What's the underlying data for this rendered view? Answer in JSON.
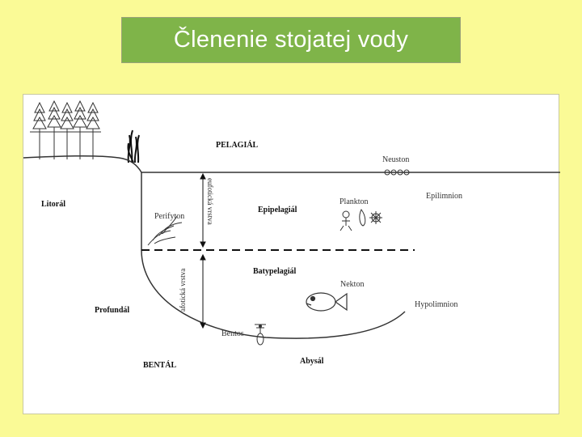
{
  "title": "Členenie stojatej vody",
  "diagram": {
    "labels": {
      "pelagial": "PELAGIÁL",
      "neuston": "Neuston",
      "epilimnion": "Epilimnion",
      "litoral": "Litorál",
      "perifyton": "Perifyton",
      "epipelagial": "Epipelagiál",
      "plankton": "Plankton",
      "eufoticka_vrstva": "eufotická vrstva",
      "afoticka_vrstva": "afotická vrstva",
      "batypelagial": "Batypelagiál",
      "nekton": "Nekton",
      "hypolimnion": "Hypolimnion",
      "profundal": "Profundál",
      "bentos": "Bentos",
      "bental": "BENTÁL",
      "abysal": "Abysál"
    },
    "colors": {
      "background": "#fafa96",
      "title_box": "#7fb449",
      "title_text": "#ffffff",
      "panel": "#ffffff",
      "line": "#333333"
    },
    "icons": [
      "tree-icon",
      "reed-icon",
      "plant-icon",
      "plankton-icon",
      "fish-icon",
      "benthos-icon"
    ]
  }
}
